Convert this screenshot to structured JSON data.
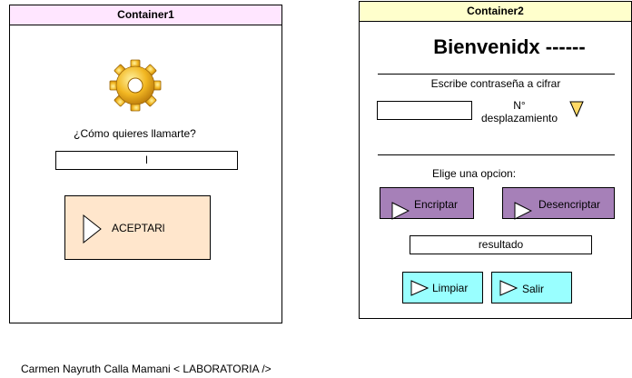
{
  "container1": {
    "title": "Container1",
    "question": "¿Cómo quieres llamarte?",
    "name_input_value": "l",
    "accept_button": "ACEPTARl",
    "icon": "gear-icon"
  },
  "container2": {
    "title": "Container2",
    "welcome": "Bienvenidx ------",
    "password_prompt": "Escribe contraseña a cifrar",
    "password_value": "",
    "shift_label_line1": "N°",
    "shift_label_line2": "desplazamiento",
    "shift_dropdown_icon": "triangle-down-icon",
    "option_prompt": "Elige una opcion:",
    "encrypt_button": "Encriptar",
    "decrypt_button": "Desencriptar",
    "result_value": "resultado",
    "clear_button": "Limpiar",
    "exit_button": "Salir"
  },
  "footer": "Carmen Nayruth Calla Mamani < LABORATORIA />",
  "colors": {
    "container1_header": "#FFE6FF",
    "container2_header": "#FFFFCC",
    "accept_fill": "#FFE6CC",
    "purple_fill": "#A680B8",
    "cyan_fill": "#99FFFF",
    "triangle_fill": "#FFD966"
  }
}
